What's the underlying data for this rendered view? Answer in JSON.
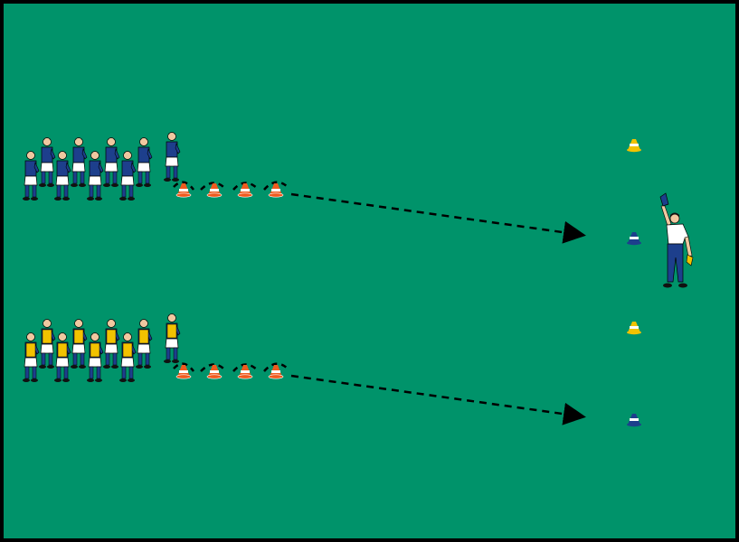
{
  "pitch": {
    "color": "#00936a",
    "border_color": "#000000"
  },
  "teams": [
    {
      "name": "blue",
      "shirt": "#1d3f8c",
      "shorts": "#ffffff",
      "bib": null,
      "players_in_queue": 8
    },
    {
      "name": "yellow-bibs",
      "shirt": "#1d3f8c",
      "shorts": "#ffffff",
      "bib": "#f2c200",
      "players_in_queue": 8
    }
  ],
  "cones": {
    "hop_cones_per_lane": 4,
    "hop_cone_color": "#f05a1e",
    "target_cone_colors": [
      "#f2c200",
      "#1d3f8c"
    ]
  },
  "coach": {
    "shirt": "#ffffff",
    "trousers": "#1d3f8c",
    "flags": [
      "#1d3f8c",
      "#f2c200"
    ]
  },
  "icons": [
    "player-icon",
    "cone-icon",
    "coach-icon",
    "arrow-icon"
  ]
}
